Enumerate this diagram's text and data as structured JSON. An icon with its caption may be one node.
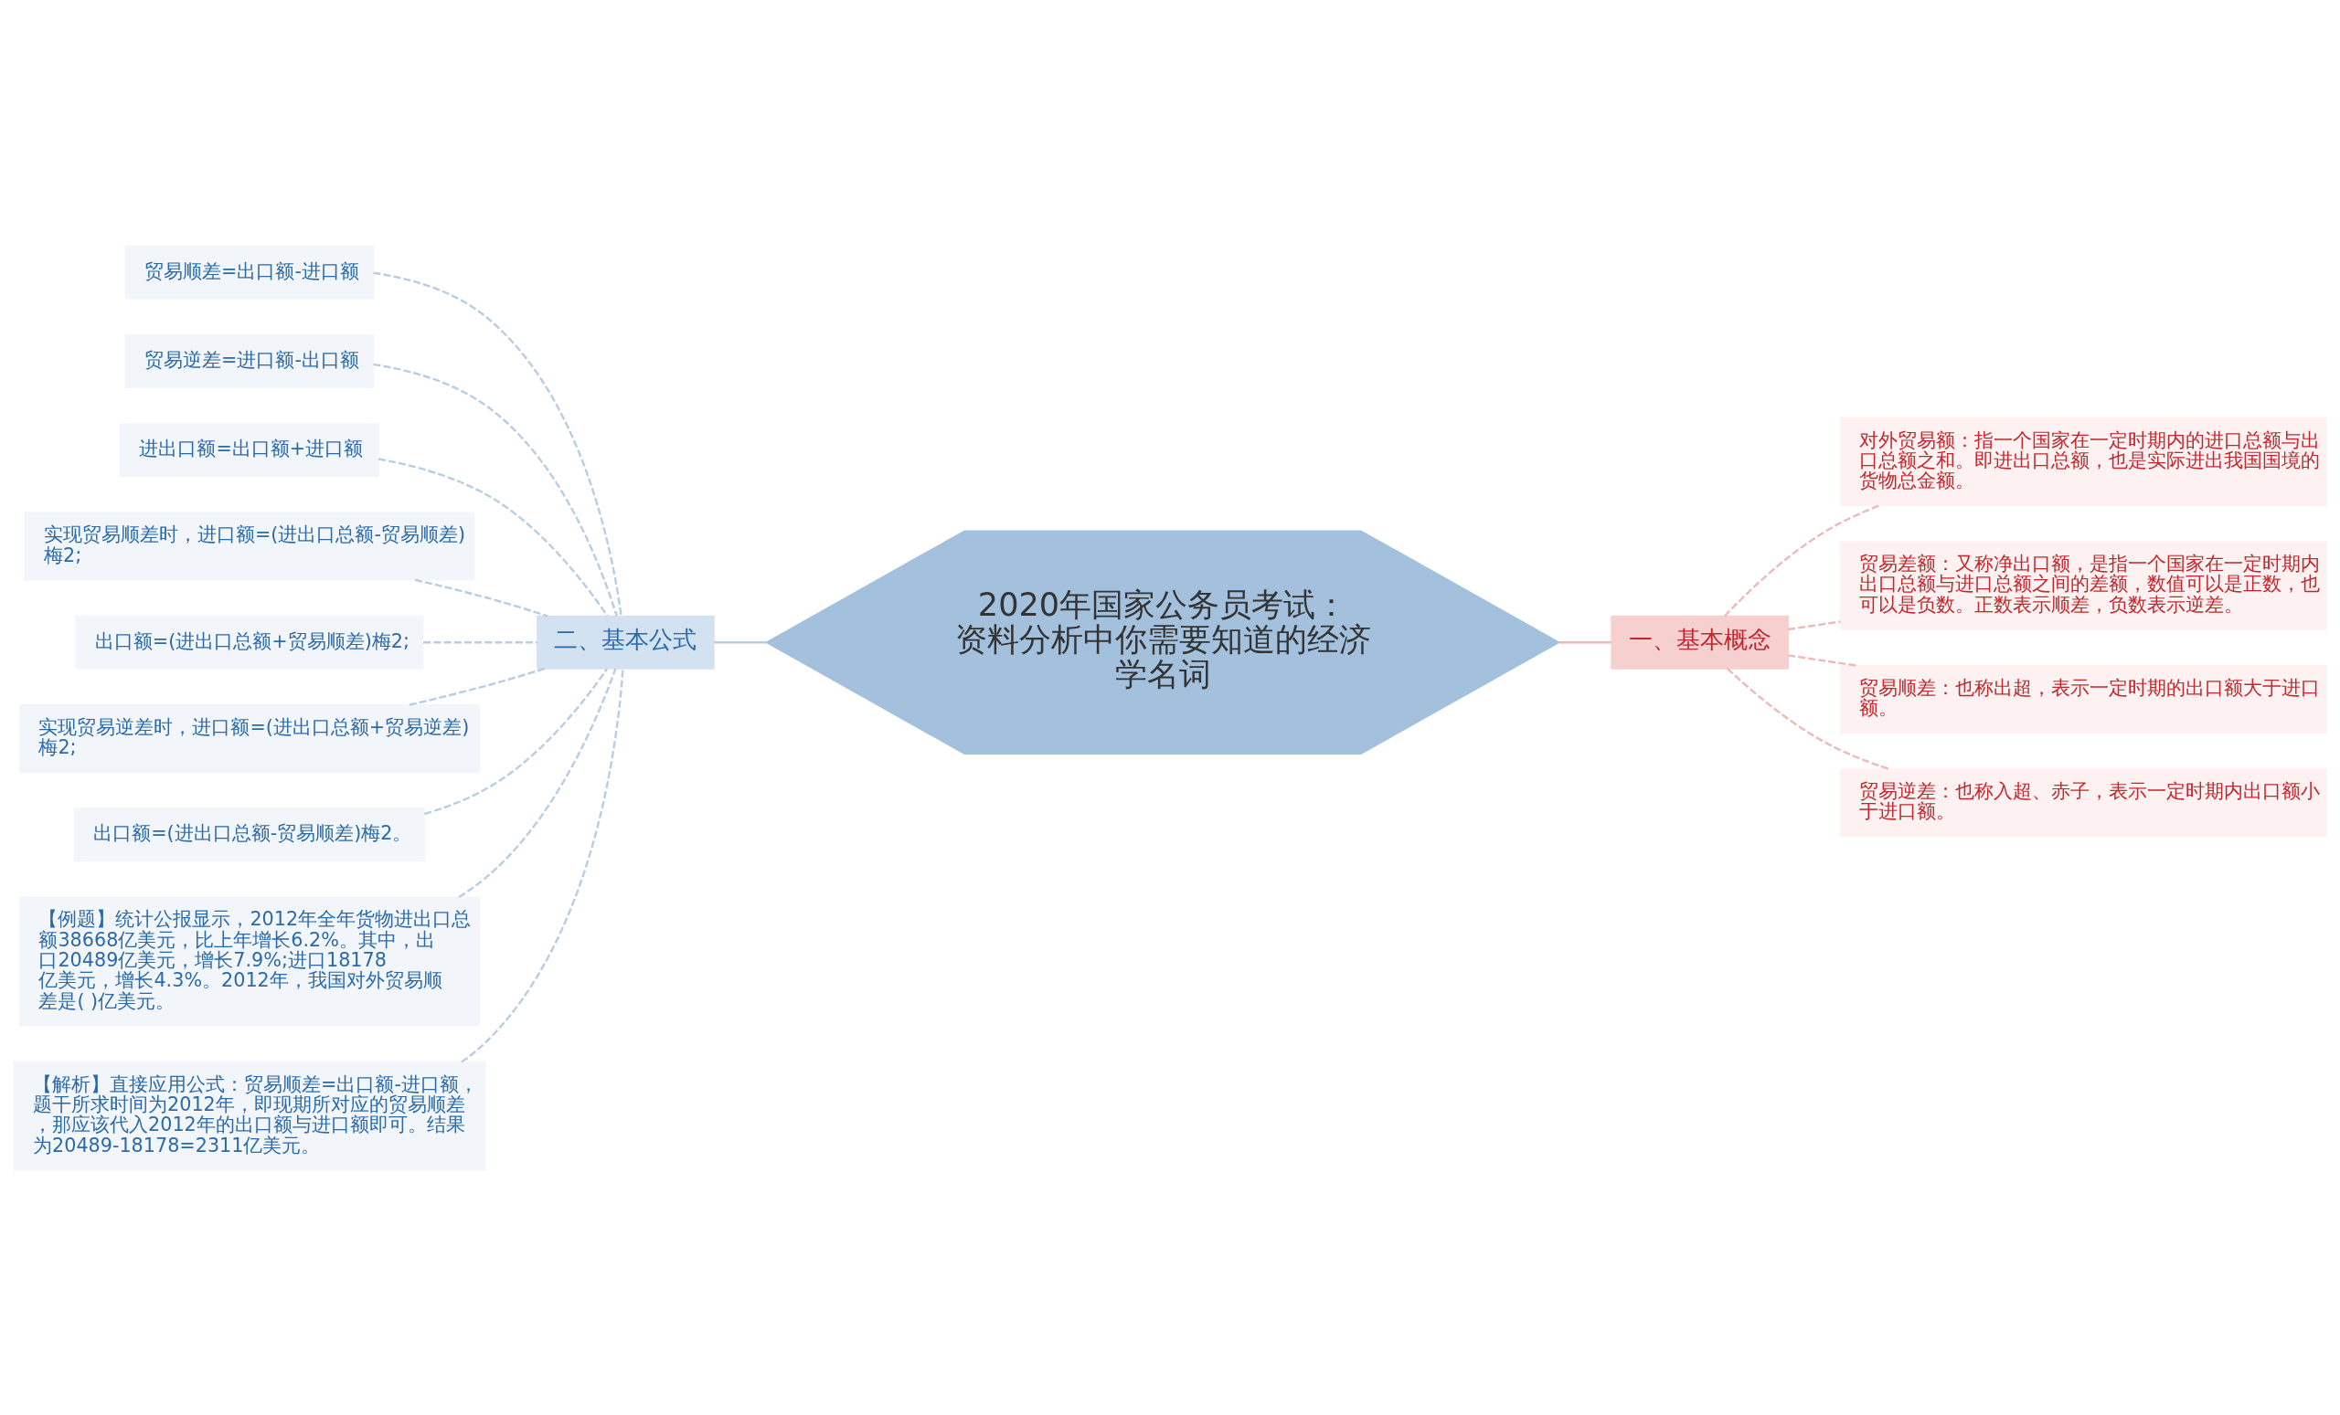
{
  "diagram": {
    "nodes": [
      {
        "text": [
          "2020年国家公务员考试：资料分析中你需要知道的经济学名词"
        ]
      },
      {
        "text": [
          "一、基本概念"
        ]
      },
      {
        "text": [
          "对外贸易额：指一个国家在一定时期内的进口总额与出口总额之和。即进出口总额，也是实际进出我国国境的货物总金额。"
        ]
      },
      {
        "text": [
          "贸易差额：又称净出口额，是指一个国家在一定时期内出口总额与进口总额之间的差额，数值可以是正数，也可以是负数。正数表示顺差，负数表示逆差。"
        ]
      },
      {
        "text": [
          "贸易顺差：也称出超，表示一定时期的出口额大于进口额。"
        ]
      },
      {
        "text": [
          "贸易逆差：也称入超、赤子，表示一定时期内出口额小于进口额。"
        ]
      },
      {
        "text": [
          "二、基本公式"
        ]
      },
      {
        "text": [
          "贸易顺差=出口额-进口额"
        ]
      },
      {
        "text": [
          "贸易逆差=进口额-出口额"
        ]
      },
      {
        "text": [
          "进出口额=出口额+进口额"
        ]
      },
      {
        "text": [
          "实现贸易顺差时，进口额=(进出口总额-贸易顺差)梅2;"
        ]
      },
      {
        "text": [
          "出口额=(进出口总额+贸易顺差)梅2;"
        ]
      },
      {
        "text": [
          "实现贸易逆差时，进口额=(进出口总额+贸易逆差)梅2;"
        ]
      },
      {
        "text": [
          "出口额=(进出口总额-贸易顺差)梅2。"
        ]
      },
      {
        "text": [
          "【例题】统计公报显示，2012年全年货物进出口总额38668亿美元，比上年增长6.2%。其中，出口20489亿美元，增长7.9%;进口18178亿美元，增长4.3%。2012年，我国对外贸易顺差是( )亿美元。"
        ]
      },
      {
        "text": [
          "【解析】直接应用公式：贸易顺差=出口额-进口额，题干所求时间为2012年，即现期所对应的贸易顺差，那应该代入2012年的出口额与进口额即可。结果为20489-18178=2311亿美元。"
        ]
      }
    ],
    "edges": [
      {
        "from": 0,
        "to": 1,
        "arrow": "none",
        "color": "#f0b8b8"
      },
      {
        "from": 1,
        "to": 2,
        "arrow": "none",
        "style": "dashed",
        "color": "#f0b8b8"
      },
      {
        "from": 1,
        "to": 3,
        "arrow": "none",
        "style": "dashed",
        "color": "#f0b8b8"
      },
      {
        "from": 1,
        "to": 4,
        "arrow": "none",
        "style": "dashed",
        "color": "#f0b8b8"
      },
      {
        "from": 1,
        "to": 5,
        "arrow": "none",
        "style": "dashed",
        "color": "#f0b8b8"
      },
      {
        "from": 0,
        "to": 6,
        "arrow": "none"
      },
      {
        "from": 6,
        "to": 7,
        "arrow": "none",
        "style": "dashed"
      },
      {
        "from": 6,
        "to": 8,
        "arrow": "none",
        "style": "dashed"
      },
      {
        "from": 6,
        "to": 9,
        "arrow": "none",
        "style": "dashed"
      },
      {
        "from": 6,
        "to": 10,
        "arrow": "none",
        "style": "dashed"
      },
      {
        "from": 6,
        "to": 11,
        "arrow": "none",
        "style": "dashed"
      },
      {
        "from": 6,
        "to": 12,
        "arrow": "none",
        "style": "dashed"
      },
      {
        "from": 6,
        "to": 13,
        "arrow": "none",
        "style": "dashed"
      },
      {
        "from": 6,
        "to": 14,
        "arrow": "none",
        "style": "dashed"
      },
      {
        "from": 6,
        "to": 15,
        "arrow": "none",
        "style": "dashed"
      }
    ]
  }
}
